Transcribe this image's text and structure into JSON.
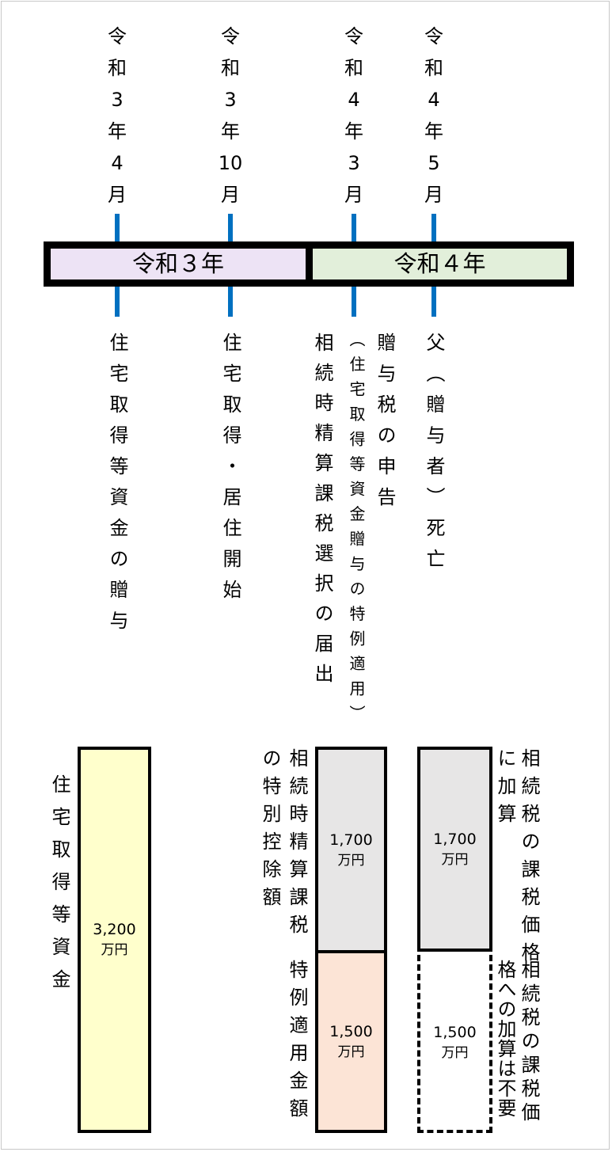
{
  "colors": {
    "tick": "#0070c0",
    "year3": "#ede3f5",
    "year4": "#e2efda",
    "yellow": "#ffffcc",
    "gray": "#e7e6e6",
    "peach": "#fce4d6"
  },
  "dates": [
    [
      "令",
      "和",
      "3",
      "年",
      "4",
      "月"
    ],
    [
      "令",
      "和",
      "3",
      "年",
      "10",
      "月"
    ],
    [
      "令",
      "和",
      "4",
      "年",
      "3",
      "月"
    ],
    [
      "令",
      "和",
      "4",
      "年",
      "5",
      "月"
    ]
  ],
  "timeline": {
    "year3": "令和３年",
    "year4": "令和４年"
  },
  "events": {
    "gift": "住宅取得等資金の贈与",
    "move_in": "住宅取得・居住開始",
    "election": "相続時精算課税選択の届出",
    "special": "（住宅取得等資金贈与の特例適用）",
    "filing": "贈与税の申告",
    "death": "父（贈与者）死亡"
  },
  "amounts": {
    "funds_label": "住宅取得等資金",
    "funds_value": "3,200",
    "unit": "万円",
    "deduction_label_1": "相続時精算課税",
    "deduction_label_2": "の特別控除額",
    "deduction_value": "1,700",
    "special_label": "特例適用金額",
    "special_value": "1,500",
    "added_value": "1,700",
    "added_label_1": "相続税の課税価格",
    "added_label_2": "に加算",
    "not_added_value": "1,500",
    "not_added_label_1": "相続税の課税価",
    "not_added_label_2": "格への加算は不要"
  }
}
